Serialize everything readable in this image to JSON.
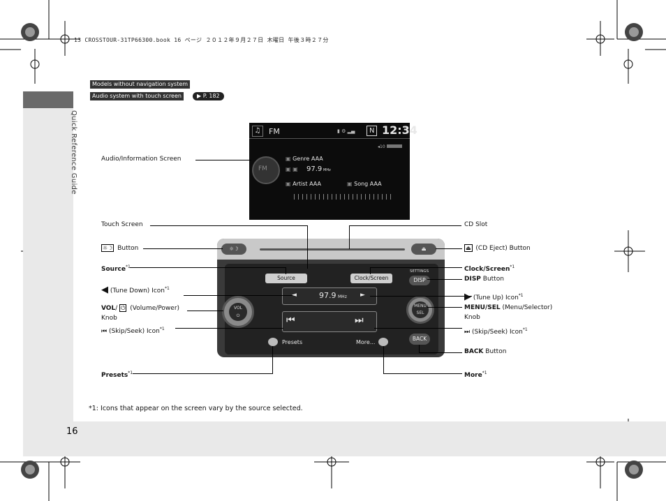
{
  "header_text": "13 CROSSTOUR-31TP66300.book  16 ページ  ２０１２年９月２７日  木曜日  午後３時２７分",
  "sidebar_title": "Quick Reference Guide",
  "page_number": "16",
  "tags": {
    "models": "Models without navigation system",
    "audio": "Audio system with touch screen",
    "page_ref": "P. 182"
  },
  "screen": {
    "source": "FM",
    "band": "N",
    "clock": "12:34",
    "volume": "10",
    "genre": "Genre AAA",
    "freq": "97.9",
    "freq_unit": "MHz",
    "artist": "Artist AAA",
    "song": "Song AAA"
  },
  "unit": {
    "source_btn": "Source",
    "clock_btn": "Clock/Screen",
    "freq": "97.9",
    "freq_unit": "MHz",
    "presets": "Presets",
    "more": "More...",
    "settings": "SETTINGS",
    "disp": "DISP",
    "menu": "MENU",
    "sel": "SEL",
    "back": "BACK",
    "vol": "VOL"
  },
  "labels": {
    "audio_screen": "Audio/Information Screen",
    "touch_screen": "Touch Screen",
    "cd_slot": "CD Slot",
    "button_suffix": " Button",
    "cd_eject": " (CD Eject) Button",
    "source": "Source",
    "clock_screen": "Clock/Screen",
    "tune_down": " (Tune Down) Icon",
    "tune_up": " (Tune Up) Icon",
    "disp": "DISP",
    "disp_suffix": " Button",
    "vol": "VOL",
    "vol_suffix": " (Volume/Power)",
    "knob": "Knob",
    "menu_sel": "MENU/SEL",
    "menu_sel_suffix": " (Menu/Selector)",
    "knob2": "Knob",
    "skip_seek_left": " (Skip/Seek) Icon",
    "skip_seek_right": " (Skip/Seek) Icon",
    "back": "BACK",
    "back_suffix": " Button",
    "presets": "Presets",
    "more": "More",
    "note": "*1"
  },
  "footnote": "*1: Icons that appear on the screen vary by the source selected."
}
